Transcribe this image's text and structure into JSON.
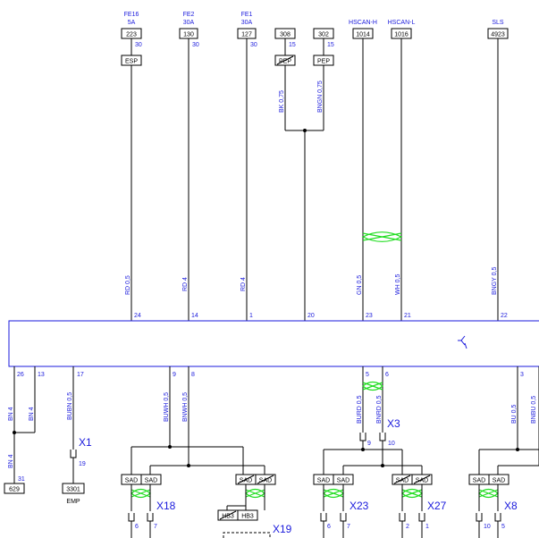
{
  "fuses": [
    {
      "name": "FE16",
      "rating": "5A",
      "pin": "30",
      "number": "223",
      "label": "ESP"
    },
    {
      "name": "FE2",
      "rating": "30A",
      "pin": "30",
      "number": "130"
    },
    {
      "name": "FE1",
      "rating": "30A",
      "pin": "30",
      "number": "127"
    }
  ],
  "pep": [
    {
      "number": "308",
      "pin": "15",
      "label": "PEP"
    },
    {
      "number": "302",
      "pin": "15",
      "label": "PEP"
    }
  ],
  "hscan": [
    {
      "name": "HSCAN-H",
      "number": "1014"
    },
    {
      "name": "HSCAN-L",
      "number": "1016"
    }
  ],
  "sls": {
    "name": "SLS",
    "number": "4923"
  },
  "wires_top": {
    "rd05": "RD 0,5",
    "rd4a": "RD 4",
    "rd4b": "RD 4",
    "bk075": "BK 0,75",
    "bngn075": "BNGN 0,75",
    "gn05": "GN 0,5",
    "wh05": "WH 0,5",
    "bngy05": "BNGY 0,5"
  },
  "pins_top": [
    "24",
    "14",
    "1",
    "20",
    "23",
    "21",
    "22"
  ],
  "pins_bottom": [
    "26",
    "13",
    "17",
    "9",
    "8",
    "5",
    "6",
    "3"
  ],
  "wires_bottom": {
    "bn4a": "BN 4",
    "bn4b": "BN 4",
    "bn4c": "BN 4",
    "bubn05": "BUBN 0,5",
    "buwh05": "BUWH 0,5",
    "bnwh05": "BNWH 0,5",
    "burd05": "BURD 0,5",
    "bnrd05": "BNRD 0,5",
    "bu05": "BU 0,5",
    "bnbu05": "BNBU 0,5"
  },
  "ground": {
    "pin": "31",
    "number": "629"
  },
  "emp": {
    "pin": "19",
    "number": "3301",
    "label": "EMP"
  },
  "connectors": {
    "x1": "X1",
    "x3": "X3",
    "x18": "X18",
    "x19": "X19",
    "x23": "X23",
    "x27": "X27",
    "x8": "X8"
  },
  "x3_pins": [
    "9",
    "10"
  ],
  "sad": "SAD",
  "hb3": "HB3",
  "x18_pins": [
    "6",
    "7"
  ],
  "x23_pins": [
    "6",
    "7"
  ],
  "x27_pins": [
    "2",
    "1"
  ],
  "x8_pins": [
    "10",
    "5"
  ],
  "colors": {
    "wire": "#000000",
    "label": "#1a1adc",
    "twist": "#22dd22",
    "module": "#1a1adc"
  }
}
